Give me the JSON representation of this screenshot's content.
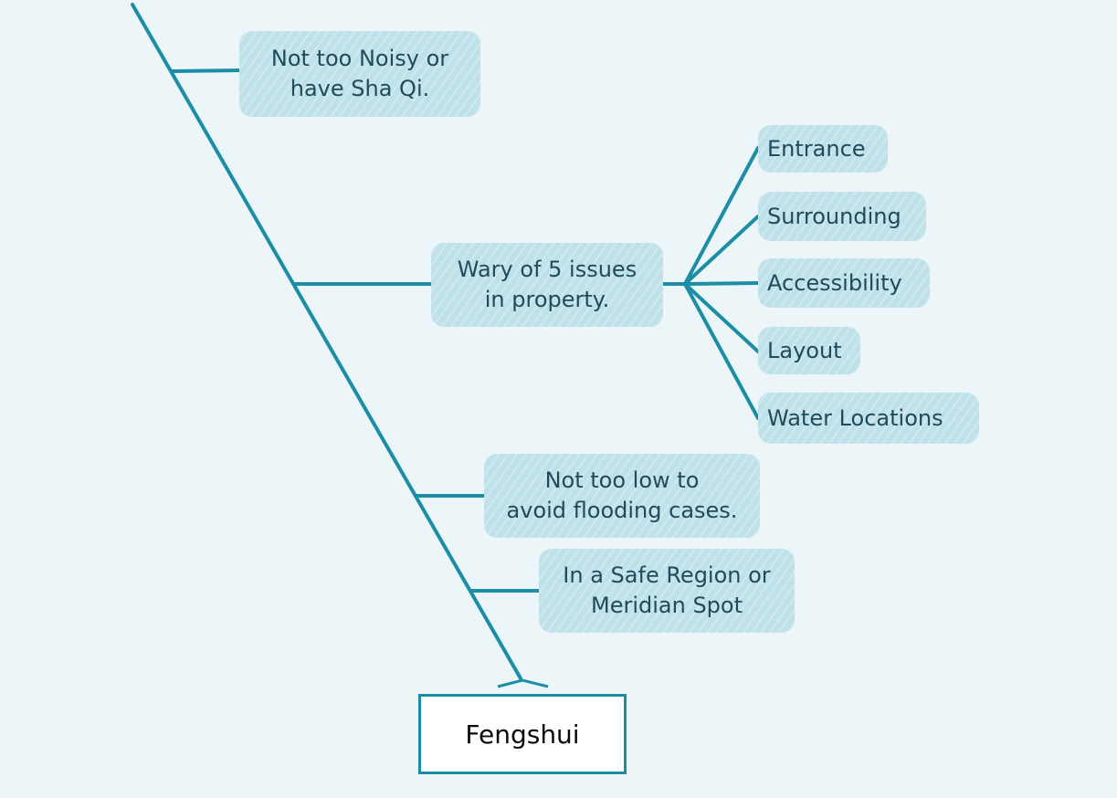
{
  "colors": {
    "background": "#ecf5f8",
    "branch_line": "#1b8ea5",
    "node_fill": "#bfe1ea",
    "node_text": "#1f4b5c",
    "root_border": "#1b8ea5",
    "root_text": "#0a0a0a"
  },
  "diagram": {
    "root": {
      "label": "Fengshui"
    },
    "branches": [
      {
        "id": "noise",
        "lines": [
          "Not too Noisy or",
          "have Sha Qi."
        ]
      },
      {
        "id": "issues",
        "lines": [
          "Wary of 5 issues",
          "in property."
        ],
        "children": [
          "Entrance",
          "Surrounding",
          "Accessibility",
          "Layout",
          "Water Locations"
        ]
      },
      {
        "id": "flooding",
        "lines": [
          "Not too low to",
          "avoid flooding cases."
        ]
      },
      {
        "id": "safe",
        "lines": [
          "In a Safe Region or",
          "Meridian Spot"
        ]
      }
    ]
  }
}
